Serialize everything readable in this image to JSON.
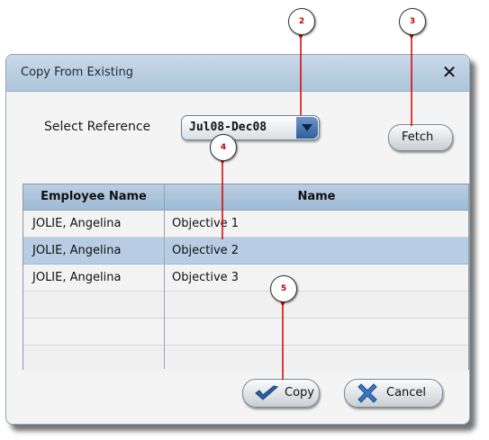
{
  "dialog": {
    "title": "Copy From Existing",
    "close_label": "✕",
    "reference_label": "Select Reference",
    "reference_value": "Jul08-Dec08",
    "fetch_label": "Fetch",
    "copy_label": "Copy",
    "cancel_label": "Cancel"
  },
  "table": {
    "columns": [
      "Employee Name",
      "Name"
    ],
    "rows": [
      {
        "employee": "JOLIE, Angelina",
        "name": "Objective 1"
      },
      {
        "employee": "JOLIE, Angelina",
        "name": "Objective 2"
      },
      {
        "employee": "JOLIE, Angelina",
        "name": "Objective 3"
      }
    ],
    "selected_row": 2
  },
  "callouts": [
    "2",
    "3",
    "4",
    "5"
  ],
  "colors": {
    "callout_text": "#c00000",
    "selected_row": "#b7cde3",
    "header": "#aec5da"
  },
  "icons": {
    "dropdown": "chevron-down-icon",
    "copy": "check-icon",
    "cancel": "x-icon"
  }
}
